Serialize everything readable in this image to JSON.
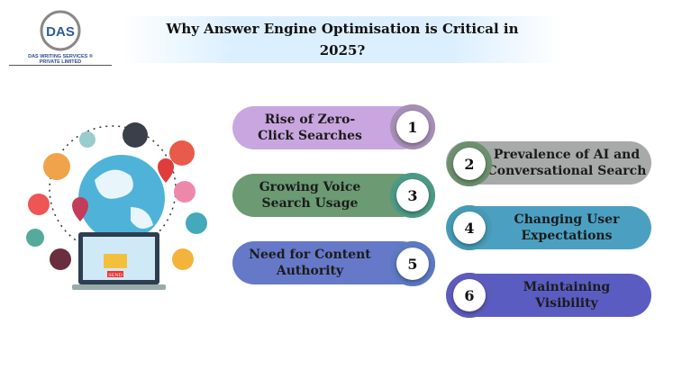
{
  "logo": {
    "text": "DAS",
    "company_line1": "DAS WRITING SERVICES ®",
    "company_line2": "PRIVATE LIMITED"
  },
  "title": "Why Answer Engine Optimisation is Critical in 2025?",
  "illustration": {
    "send_label": "SEND"
  },
  "steps": [
    {
      "number": "1",
      "label": "Rise of Zero-Click Searches",
      "color": "#c9a6e0"
    },
    {
      "number": "2",
      "label": "Prevalence of AI and Conversational Search",
      "color": "#a6aaa8"
    },
    {
      "number": "3",
      "label": "Growing Voice Search Usage",
      "color": "#6c9a73"
    },
    {
      "number": "4",
      "label": "Changing User Expectations",
      "color": "#4ba0c2"
    },
    {
      "number": "5",
      "label": "Need for Content Authority",
      "color": "#6678c8"
    },
    {
      "number": "6",
      "label": "Maintaining Visibility",
      "color": "#5b5cc2"
    }
  ]
}
